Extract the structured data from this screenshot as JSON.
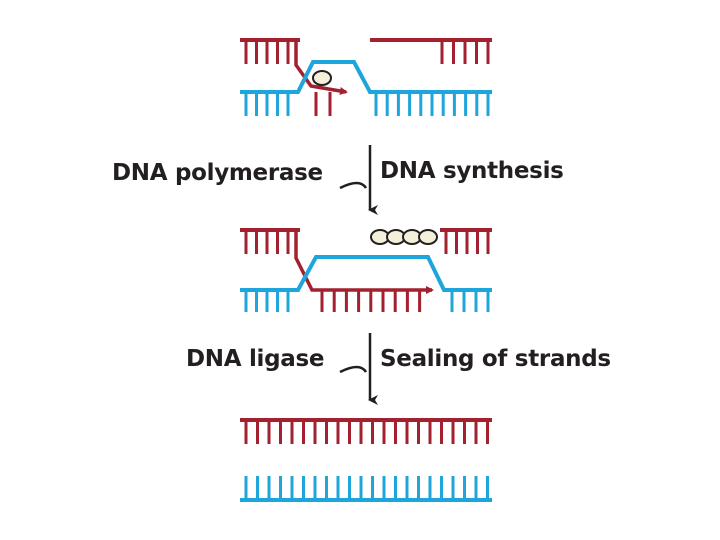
{
  "labels": {
    "step1_enzyme": "DNA polymerase",
    "step1_process": "DNA synthesis",
    "step2_enzyme": "DNA ligase",
    "step2_process": "Sealing of strands"
  },
  "colors": {
    "red_strand": "#a3202f",
    "blue_strand": "#1ea5dc",
    "nucleotide_fill": "#f3efd9",
    "outline": "#231f20",
    "arrow": "#231f20",
    "background": "#ffffff"
  }
}
